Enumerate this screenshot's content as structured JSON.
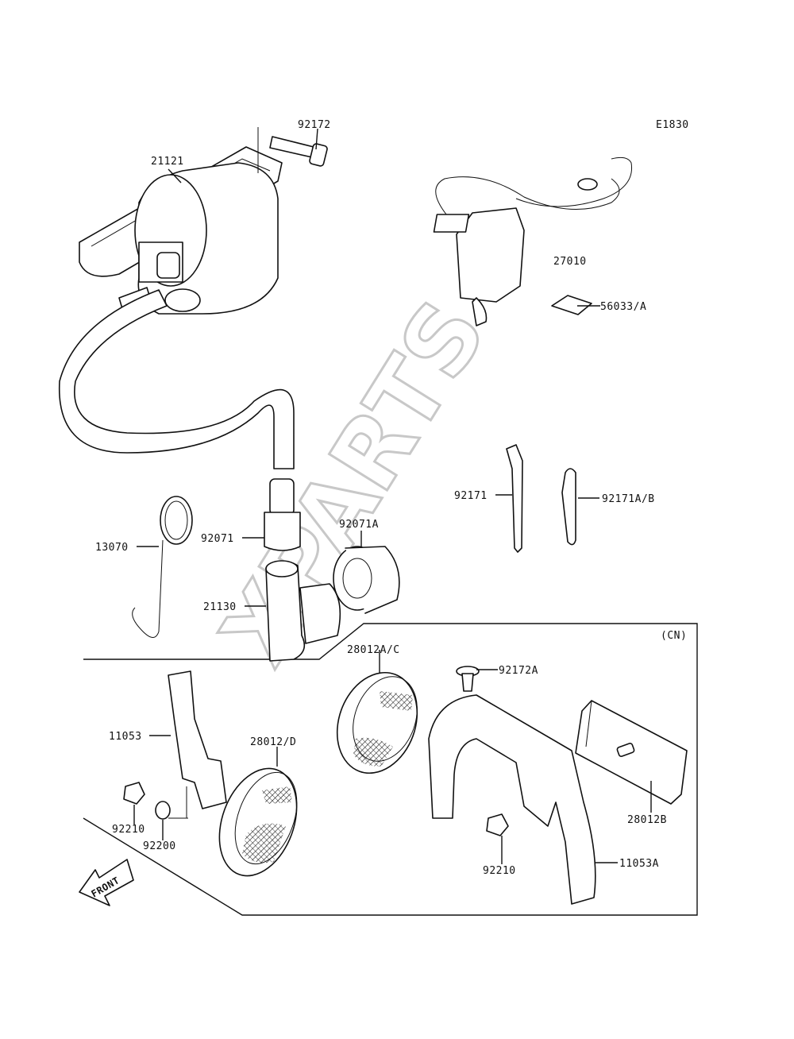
{
  "diagram": {
    "code": "E1830",
    "variant": "(CN)",
    "watermark": "XPARTS",
    "front_label": "FRONT",
    "parts": [
      {
        "id": "92172"
      },
      {
        "id": "21121"
      },
      {
        "id": "27010"
      },
      {
        "id": "56033/A"
      },
      {
        "id": "92171"
      },
      {
        "id": "92171A/B"
      },
      {
        "id": "13070"
      },
      {
        "id": "92071"
      },
      {
        "id": "92071A"
      },
      {
        "id": "21130"
      },
      {
        "id": "28012A/C"
      },
      {
        "id": "92172A"
      },
      {
        "id": "11053"
      },
      {
        "id": "28012/D"
      },
      {
        "id": "28012B"
      },
      {
        "id": "92210"
      },
      {
        "id": "92200"
      },
      {
        "id": "92210"
      },
      {
        "id": "11053A"
      }
    ]
  }
}
